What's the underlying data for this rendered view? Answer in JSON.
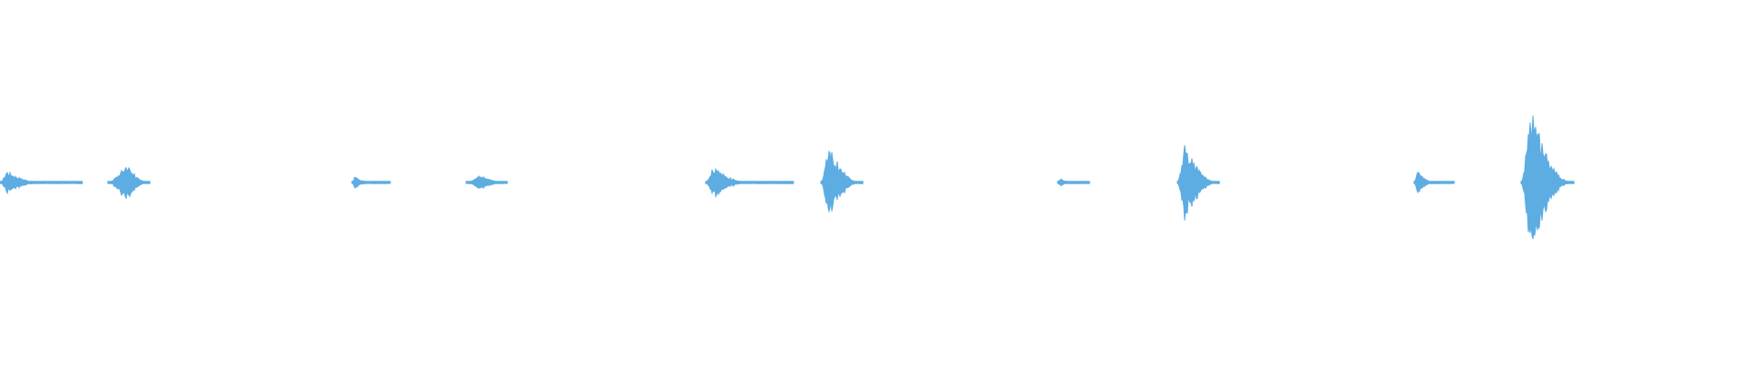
{
  "colors": {
    "background": "#ffffff",
    "waveform": "#5dade2"
  },
  "waveform": {
    "clip_count": 5,
    "clips": [
      {
        "segments": [
          {
            "shape": "burst-with-tail",
            "amplitude": 0.15
          },
          {
            "shape": "spike",
            "amplitude": 0.25
          }
        ]
      },
      {
        "segments": [
          {
            "shape": "burst-with-tail",
            "amplitude": 0.08
          },
          {
            "shape": "blob",
            "amplitude": 0.1
          }
        ]
      },
      {
        "segments": [
          {
            "shape": "burst-with-tail",
            "amplitude": 0.2
          },
          {
            "shape": "attack-decay",
            "amplitude": 0.5
          }
        ]
      },
      {
        "segments": [
          {
            "shape": "burst-with-tail",
            "amplitude": 0.05
          },
          {
            "shape": "attack-decay",
            "amplitude": 0.5
          }
        ]
      },
      {
        "segments": [
          {
            "shape": "burst-with-tail",
            "amplitude": 0.15
          },
          {
            "shape": "attack-decay",
            "amplitude": 1.0
          }
        ]
      }
    ]
  }
}
